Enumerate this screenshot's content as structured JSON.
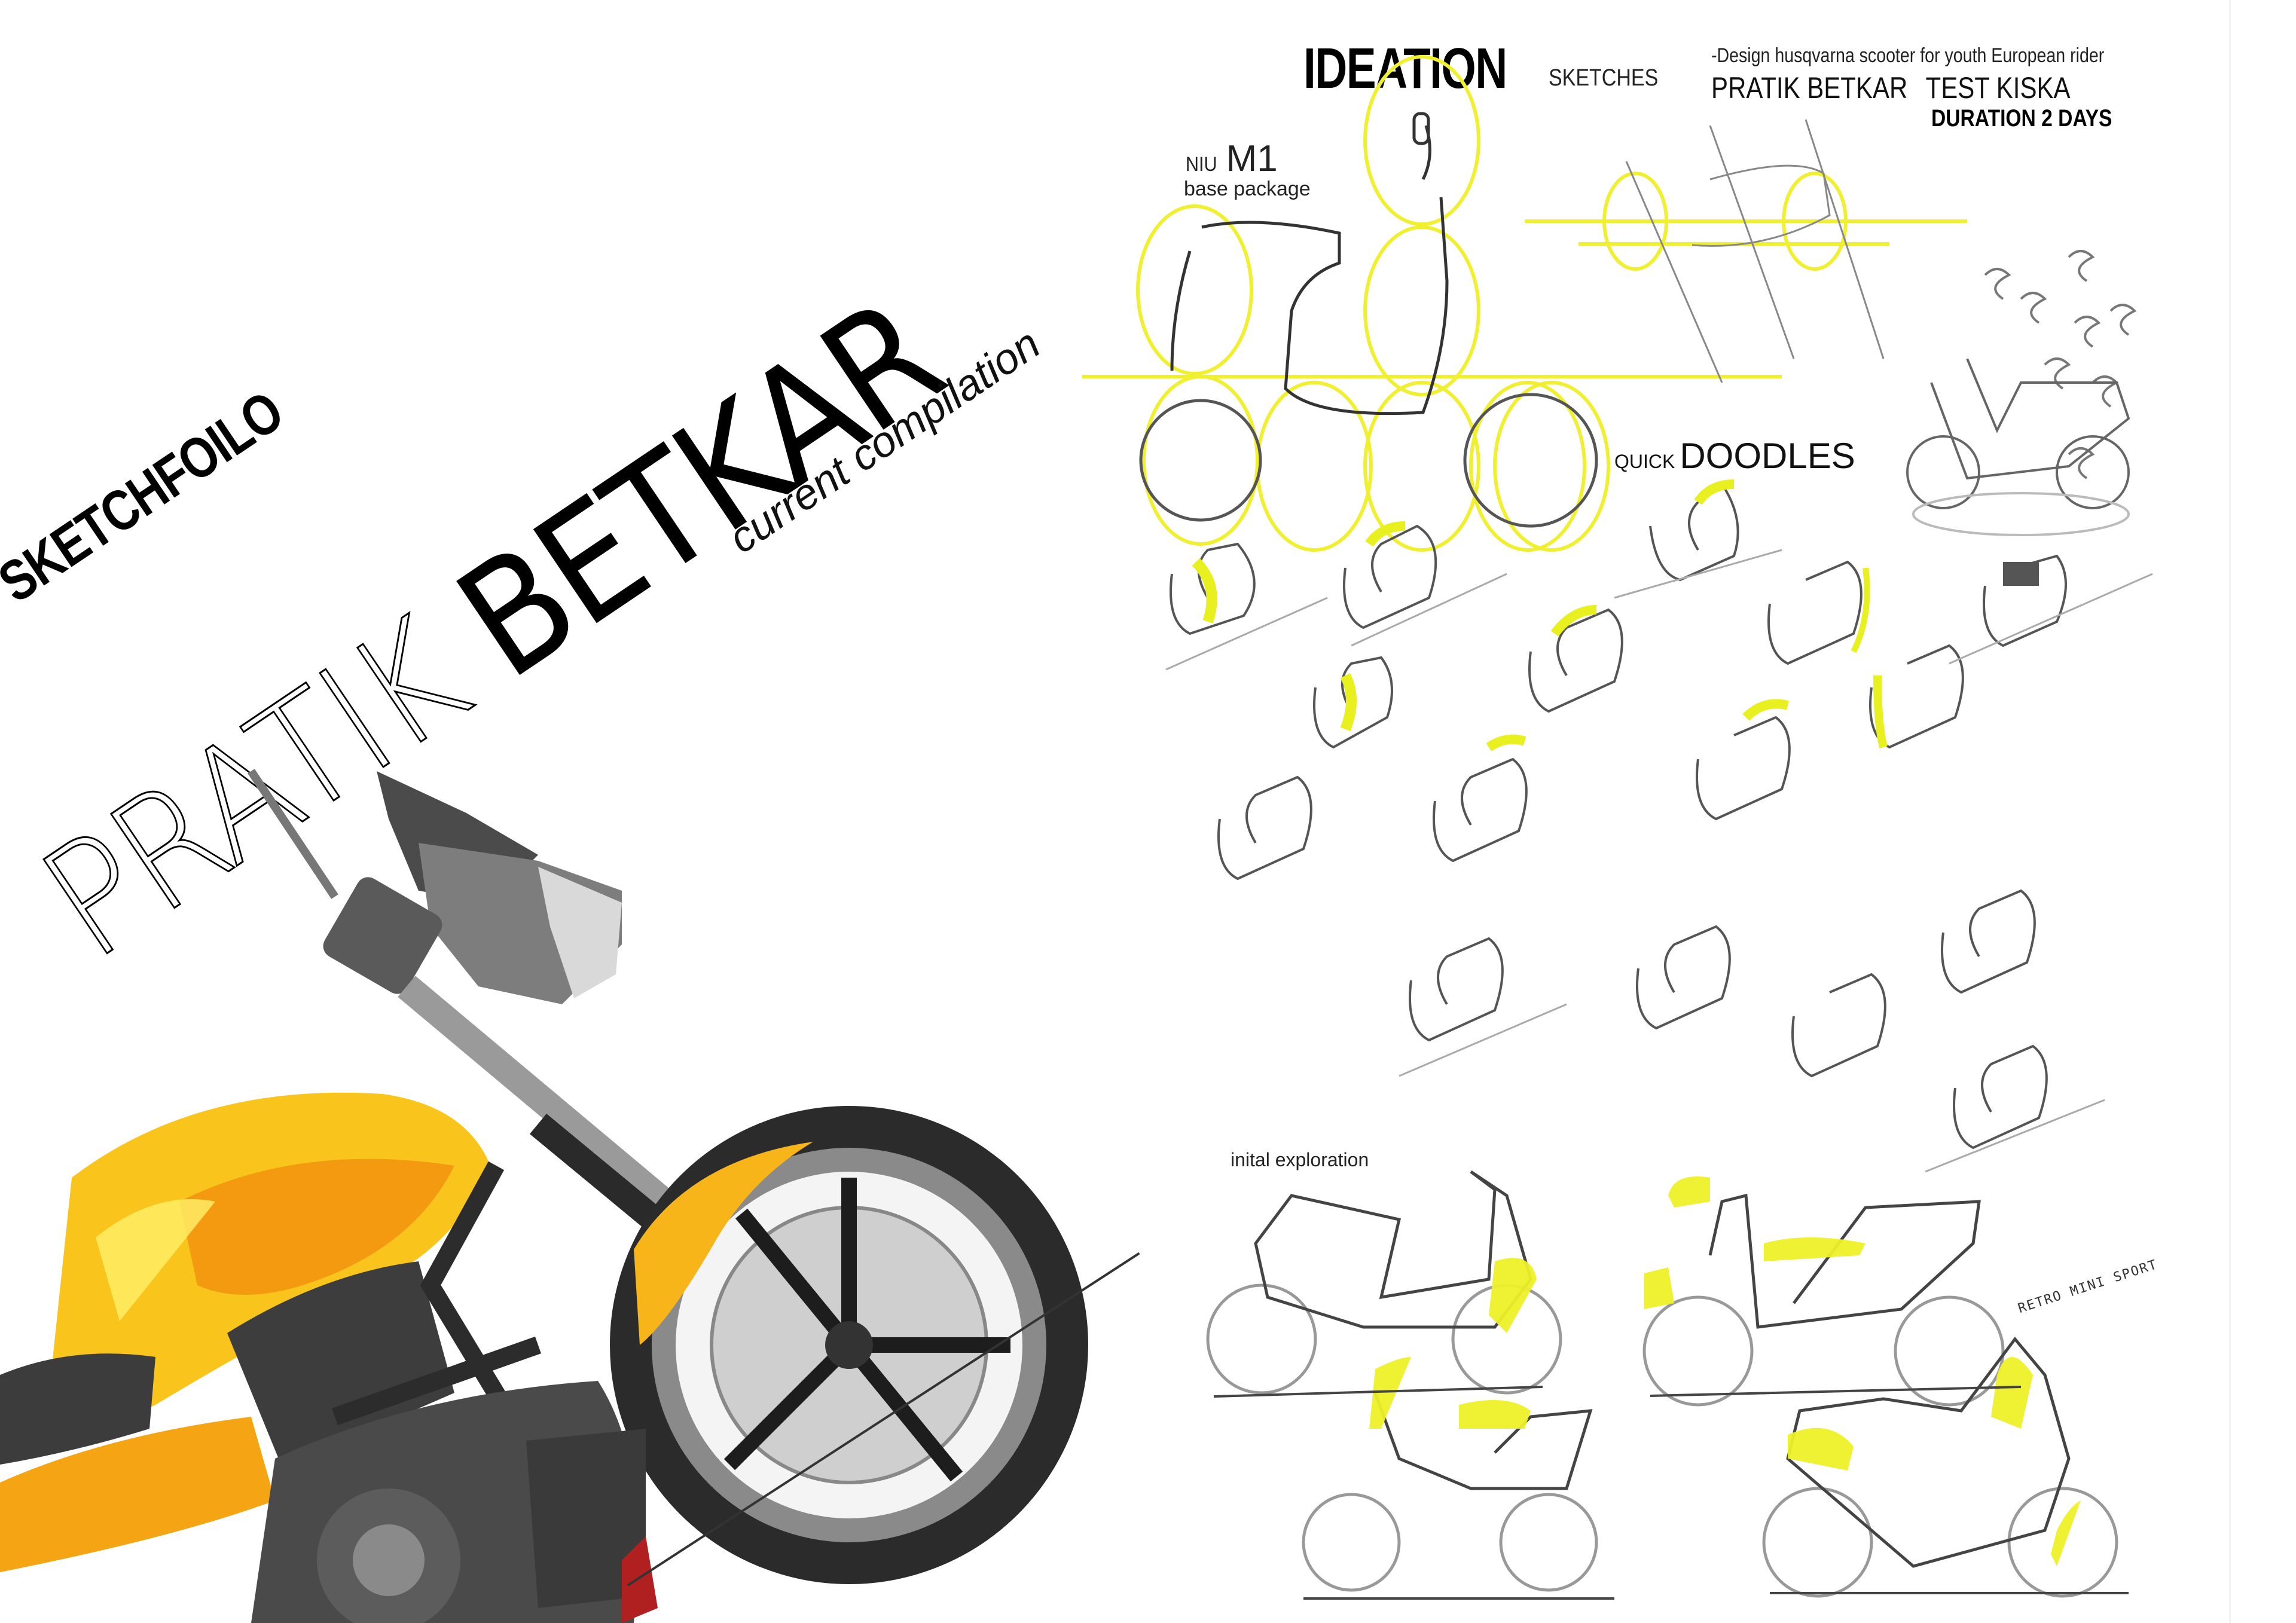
{
  "cover": {
    "series_title": "SKETCHFOILO",
    "name_first": "PRATIK",
    "name_last": "BETKAR",
    "subtitle": "current compilation",
    "illustration": "yellow-naked-motorcycle-marker-rendering"
  },
  "ideation_page": {
    "title": "IDEATION",
    "title_suffix": "SKETCHES",
    "brief": "-Design husqvarna scooter for youth European rider",
    "author": "PRATIK BETKAR",
    "project": "TEST KISKA",
    "duration": "DURATION 2 DAYS",
    "reference": {
      "brand": "NIU",
      "model": "M1",
      "label": "base package"
    },
    "doodles_section": {
      "prefix": "QUICK",
      "title": "DOODLES"
    },
    "exploration_section": {
      "label": "inital exploration",
      "annotation": "RETRO MINI SPORT"
    }
  },
  "colors": {
    "background": "#ffffff",
    "text": "#111111",
    "highlight_yellow": "#e8f020",
    "guide_yellow": "#f2f25a",
    "moto_yellow": "#f7c21a",
    "moto_orange": "#f29a12",
    "moto_dark": "#3a3a3a",
    "pencil": "#555555"
  }
}
